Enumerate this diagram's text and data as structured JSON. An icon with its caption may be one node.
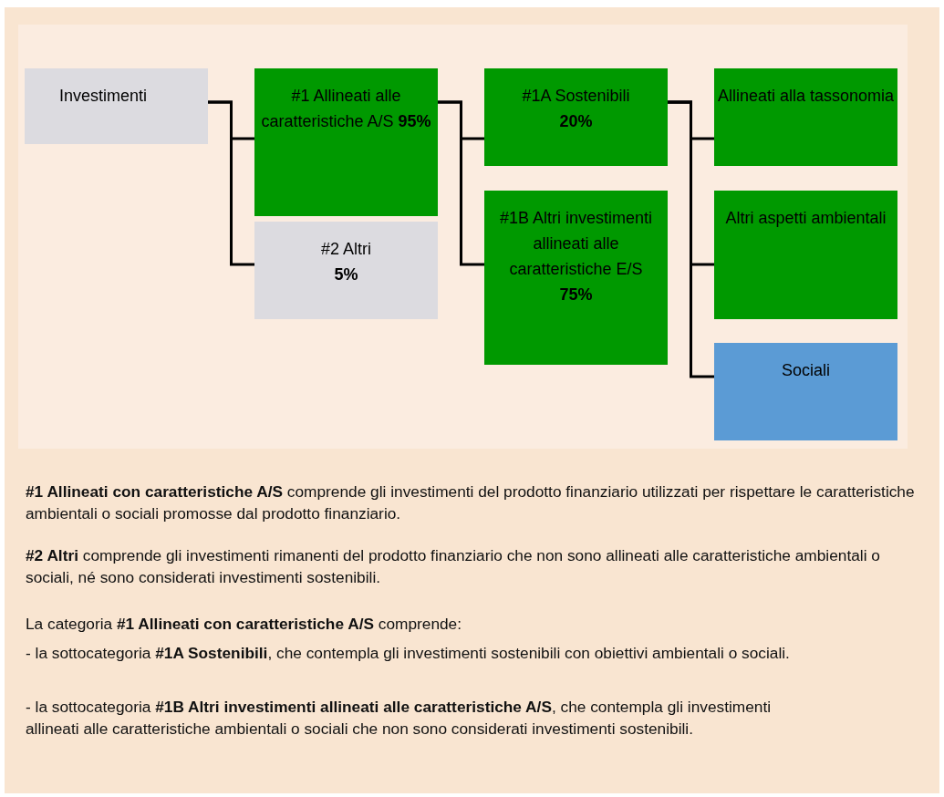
{
  "diagram": {
    "nodes": [
      {
        "text": [
          "Investimenti"
        ]
      },
      {
        "text": [
          "#1 Allineati alle caratteristiche A/S **95%**"
        ]
      },
      {
        "text": [
          "#2 Altri",
          "5%"
        ]
      },
      {
        "text": [
          "#1A Sostenibili",
          "20%"
        ]
      },
      {
        "text": [
          "#1B Altri investimenti allineati alle caratteristiche E/S",
          "75%"
        ]
      },
      {
        "text": [
          "Allineati alla tassonomia"
        ]
      },
      {
        "text": [
          "Altri aspetti ambientali"
        ]
      },
      {
        "text": [
          "Sociali"
        ]
      }
    ],
    "edges": [
      {
        "from": 0,
        "to": 1,
        "arrow": "none"
      },
      {
        "from": 0,
        "to": 2,
        "arrow": "none"
      },
      {
        "from": 1,
        "to": 3,
        "arrow": "none"
      },
      {
        "from": 1,
        "to": 4,
        "arrow": "none"
      },
      {
        "from": 3,
        "to": 5,
        "arrow": "none"
      },
      {
        "from": 3,
        "to": 6,
        "arrow": "none"
      },
      {
        "from": 3,
        "to": 7,
        "arrow": "none"
      }
    ],
    "labels": [
      "**#1 Allineati con caratteristiche A/S** comprende gli investimenti del prodotto finanziario utilizzati per rispettare le caratteristiche ambientali o sociali promosse dal prodotto finanziario.",
      "**#2 Altri** comprende gli investimenti rimanenti del prodotto finanziario che non sono allineati alle caratteristiche ambientali o sociali, né sono considerati investimenti sostenibili.",
      "La categoria **#1 Allineati con caratteristiche A/S** comprende:",
      "- la sottocategoria **#1A Sostenibili**, che contempla gli investimenti sostenibili con obiettivi ambientali o sociali.",
      "- la sottocategoria **#1B Altri investimenti allineati alle caratteristiche A/S**, che contempla gli investimenti allineati alle caratteristiche ambientali o sociali che non sono considerati investimenti sostenibili."
    ]
  }
}
